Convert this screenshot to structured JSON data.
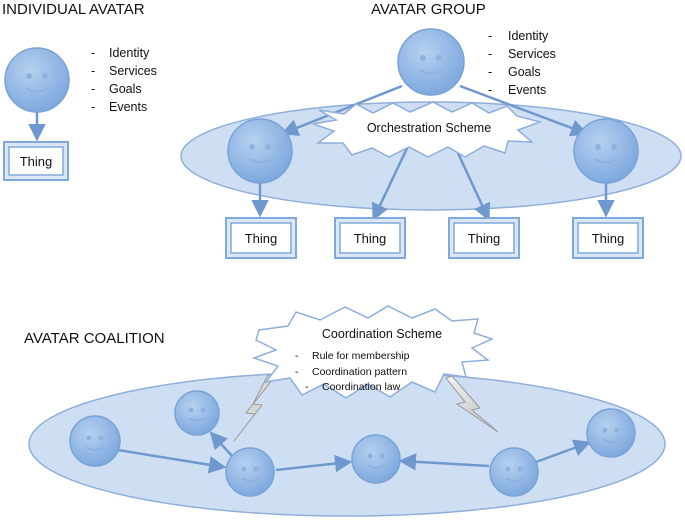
{
  "sections": {
    "individual_title": "INDIVIDUAL AVATAR",
    "group_title": "AVATAR GROUP",
    "coalition_title": "AVATAR COALITION"
  },
  "individual": {
    "attributes": [
      "Identity",
      "Services",
      "Goals",
      "Events"
    ],
    "thing_label": "Thing"
  },
  "group": {
    "attributes": [
      "Identity",
      "Services",
      "Goals",
      "Events"
    ],
    "scheme_label": "Orchestration Scheme",
    "things": [
      "Thing",
      "Thing",
      "Thing",
      "Thing"
    ]
  },
  "coalition": {
    "scheme_title": "Coordination Scheme",
    "scheme_items": [
      "Rule for membership",
      "Coordination pattern",
      "Coordination law"
    ]
  },
  "colors": {
    "avatar_fill": "#8fb6e6",
    "avatar_stroke": "#7aa3d6",
    "ellipse_fill": "#cfdff3",
    "ellipse_stroke": "#8eaedb",
    "arrow": "#6f98cf",
    "thing_border": "#7fa8dc",
    "lightning": "#cccccc"
  }
}
